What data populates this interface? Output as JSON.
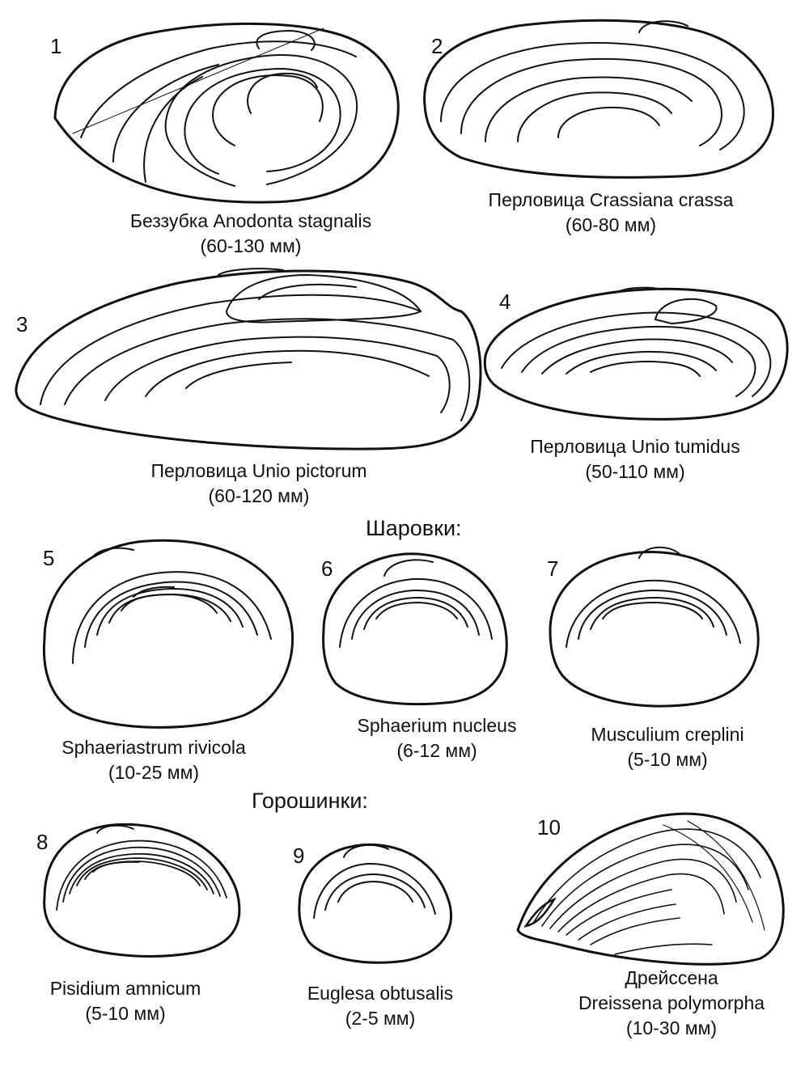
{
  "groups": {
    "sharovki": "Шаровки:",
    "goroshinki": "Горошинки:"
  },
  "shells": [
    {
      "num": "1",
      "name": "Беззубка Anodonta stagnalis",
      "size": "(60-130 мм)"
    },
    {
      "num": "2",
      "name": "Перловица Crassiana crassa",
      "size": "(60-80 мм)"
    },
    {
      "num": "3",
      "name": "Перловица Unio pictorum",
      "size": "(60-120 мм)"
    },
    {
      "num": "4",
      "name": "Перловица Unio tumidus",
      "size": "(50-110 мм)"
    },
    {
      "num": "5",
      "name": "Sphaeriastrum rivicola",
      "size": "(10-25 мм)"
    },
    {
      "num": "6",
      "name": "Sphaerium nucleus",
      "size": "(6-12 мм)"
    },
    {
      "num": "7",
      "name": "Musculium creplini",
      "size": "(5-10 мм)"
    },
    {
      "num": "8",
      "name": "Pisidium amnicum",
      "size": "(5-10 мм)"
    },
    {
      "num": "9",
      "name": "Euglesa obtusalis",
      "size": "(2-5 мм)"
    },
    {
      "num": "10",
      "name_line1": "Дрейссена",
      "name_line2": "Dreissena polymorpha",
      "size": "(10-30 мм)"
    }
  ]
}
